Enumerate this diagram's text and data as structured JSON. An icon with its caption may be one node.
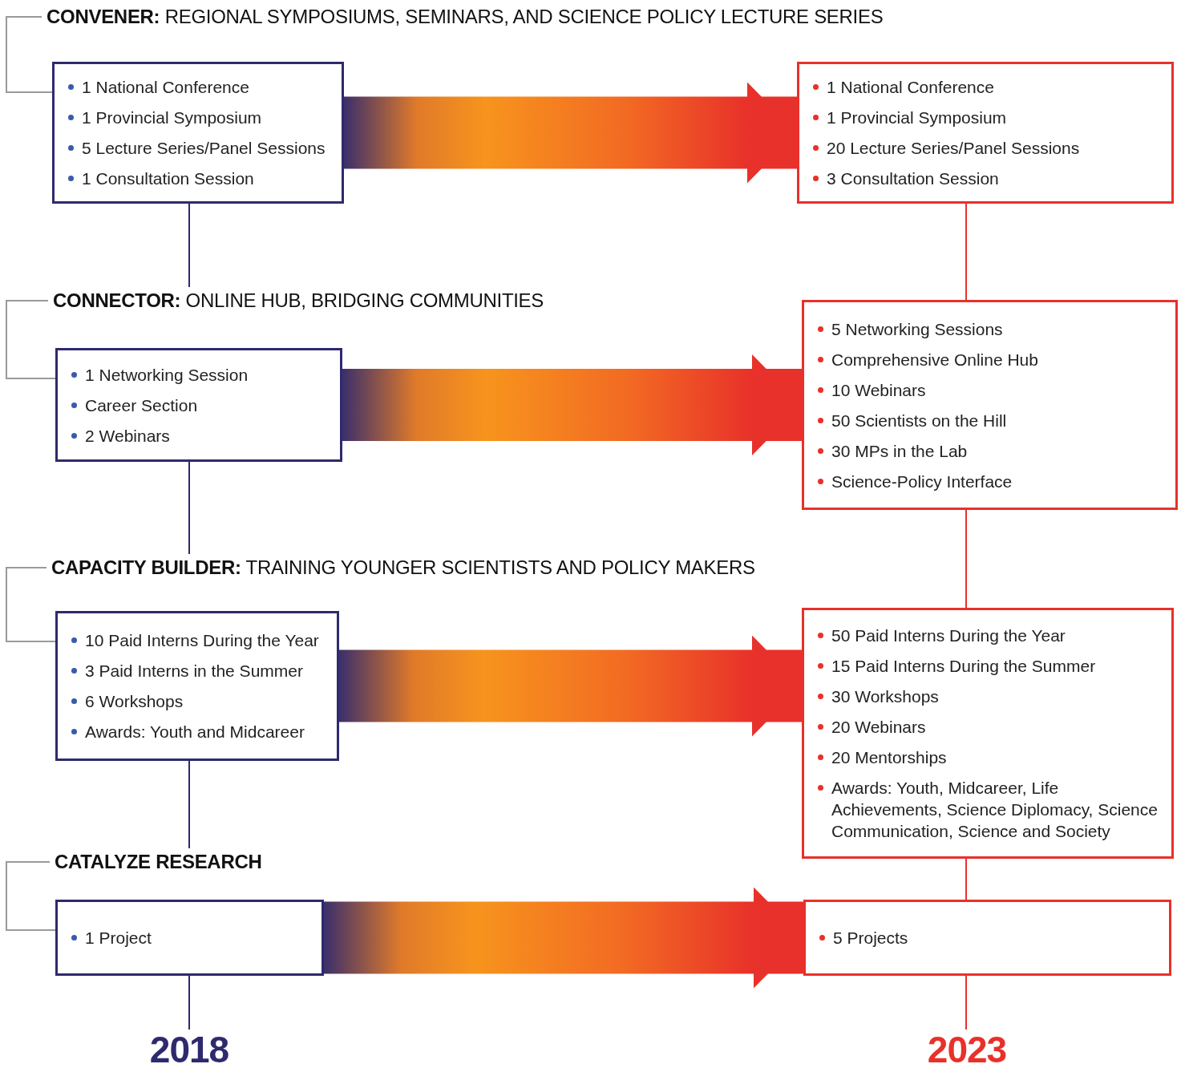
{
  "diagram": {
    "nodes": [
      {
        "text": [
          "**CONVENER:** REGIONAL SYMPOSIUMS, SEMINARS, AND SCIENCE POLICY LECTURE SERIES"
        ]
      },
      {
        "text": [
          "1 National Conference",
          "1 Provincial Symposium",
          "5 Lecture Series/Panel Sessions",
          "1 Consultation Session"
        ]
      },
      {
        "text": [
          "1 National Conference",
          "1 Provincial Symposium",
          "20 Lecture Series/Panel Sessions",
          "3 Consultation Session"
        ]
      },
      {
        "text": [
          "**CONNECTOR:** ONLINE HUB, BRIDGING COMMUNITIES"
        ]
      },
      {
        "text": [
          "1 Networking Session",
          "Career Section",
          "2 Webinars"
        ]
      },
      {
        "text": [
          "5 Networking Sessions",
          "Comprehensive Online Hub",
          "10 Webinars",
          "50 Scientists on the Hill",
          "30 MPs in the Lab",
          "Science-Policy Interface"
        ]
      },
      {
        "text": [
          "**CAPACITY BUILDER:** TRAINING YOUNGER SCIENTISTS AND POLICY MAKERS"
        ]
      },
      {
        "text": [
          "10 Paid Interns During the Year",
          "3 Paid Interns in the Summer",
          "6 Workshops",
          "Awards: Youth and Midcareer"
        ]
      },
      {
        "text": [
          "50 Paid Interns During the Year",
          "15 Paid Interns During the Summer",
          "30 Workshops",
          "20 Webinars",
          "20 Mentorships",
          "Awards: Youth, Midcareer, Life Achievements, Science Diplomacy, Science Communication, Science and Society"
        ]
      },
      {
        "text": [
          "**CATALYZE RESEARCH**"
        ]
      },
      {
        "text": [
          "1 Project"
        ]
      },
      {
        "text": [
          "5 Projects"
        ]
      },
      {
        "text": [
          "2018"
        ]
      },
      {
        "text": [
          "2023"
        ]
      }
    ],
    "edges": [
      {
        "from": 0,
        "to": 1,
        "arrow": "none",
        "color": "#9a9a9a"
      },
      {
        "from": 1,
        "to": 2,
        "arrow": "to",
        "style": "thick"
      },
      {
        "from": 3,
        "to": 4,
        "arrow": "none",
        "color": "#9a9a9a"
      },
      {
        "from": 4,
        "to": 5,
        "arrow": "to",
        "style": "thick"
      },
      {
        "from": 6,
        "to": 7,
        "arrow": "none",
        "color": "#9a9a9a"
      },
      {
        "from": 7,
        "to": 8,
        "arrow": "to",
        "style": "thick"
      },
      {
        "from": 9,
        "to": 10,
        "arrow": "none",
        "color": "#9a9a9a"
      },
      {
        "from": 10,
        "to": 11,
        "arrow": "to",
        "style": "thick"
      },
      {
        "from": 1,
        "to": 3,
        "arrow": "none",
        "color": "#2e2a6e"
      },
      {
        "from": 4,
        "to": 6,
        "arrow": "none",
        "color": "#2e2a6e"
      },
      {
        "from": 7,
        "to": 9,
        "arrow": "none",
        "color": "#2e2a6e"
      },
      {
        "from": 10,
        "to": 12,
        "arrow": "none",
        "color": "#2e2a6e"
      },
      {
        "from": 2,
        "to": 5,
        "arrow": "none",
        "color": "#e8312a"
      },
      {
        "from": 5,
        "to": 8,
        "arrow": "none",
        "color": "#e8312a"
      },
      {
        "from": 8,
        "to": 11,
        "arrow": "none",
        "color": "#e8312a"
      },
      {
        "from": 11,
        "to": 13,
        "arrow": "none",
        "color": "#e8312a"
      }
    ]
  }
}
